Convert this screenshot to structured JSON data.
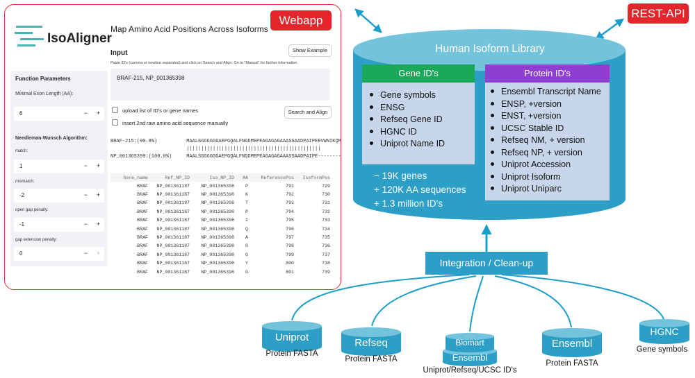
{
  "webapp_tag": "Webapp",
  "rest_tag": "REST-API",
  "app": {
    "logo": "IsoAligner",
    "title": "Map Amino Acid Positions Across Isoforms",
    "input_heading": "Input",
    "show_example": "Show Example",
    "instructions": "Paste ID's (comma or newline separated) and click on Search and Align. Go to \"Manual\" for further information.",
    "input_value": "BRAF-215, NP_001365398",
    "upload_label": "upload list of ID's or gene names",
    "insert_label": "insert 2nd raw amino acid sequence manually",
    "search_button": "Search and Align",
    "sidebar": {
      "heading": "Function Parameters",
      "min_exon_label": "Minimal Exon Length (AA):",
      "min_exon_value": "6",
      "nw_heading": "Needleman-Wunsch Algorithm:",
      "match_label": "match:",
      "match_value": "1",
      "mismatch_label": "mismatch:",
      "mismatch_value": "-2",
      "gap_open_label": "open gap penalty:",
      "gap_open_value": "-1",
      "gap_ext_label": "gap extension penalty:",
      "gap_ext_value": "0",
      "minus": "−",
      "plus": "+"
    },
    "alignment": {
      "line1": "BRAF-215:(90.8%)          MAALSGGGGGGAEPGQALFNGDMEPEAGAGAGAAASSAADPAIPEEVWNIKQM",
      "line2": "                          ||||||||||||||||||||||||||||||||||||||||||||||",
      "line3": "NP_001365399:(100.0%)     MAALSGGGGGGAEPGQALFNGDMEPEAGAGAGAAASSAADPAIPE--------"
    },
    "table": {
      "headers": [
        "Gene_name",
        "Ref_NP_ID",
        "Iso_NP_ID",
        "AA",
        "ReferencePos",
        "IsoformPos"
      ],
      "rows": [
        [
          "BRAF",
          "NP_001361187",
          "NP_001365398",
          "P",
          "791",
          "729"
        ],
        [
          "BRAF",
          "NP_001361187",
          "NP_001365398",
          "K",
          "792",
          "730"
        ],
        [
          "BRAF",
          "NP_001361187",
          "NP_001365398",
          "T",
          "793",
          "731"
        ],
        [
          "BRAF",
          "NP_001361187",
          "NP_001365398",
          "P",
          "794",
          "732"
        ],
        [
          "BRAF",
          "NP_001361187",
          "NP_001365398",
          "I",
          "795",
          "733"
        ],
        [
          "BRAF",
          "NP_001361187",
          "NP_001365398",
          "Q",
          "796",
          "734"
        ],
        [
          "BRAF",
          "NP_001361187",
          "NP_001365398",
          "A",
          "797",
          "735"
        ],
        [
          "BRAF",
          "NP_001361187",
          "NP_001365398",
          "G",
          "798",
          "736"
        ],
        [
          "BRAF",
          "NP_001361187",
          "NP_001365398",
          "G",
          "799",
          "737"
        ],
        [
          "BRAF",
          "NP_001361187",
          "NP_001365398",
          "Y",
          "800",
          "738"
        ],
        [
          "BRAF",
          "NP_001361187",
          "NP_001365398",
          "G",
          "801",
          "739"
        ]
      ]
    }
  },
  "library": {
    "title": "Human Isoform Library",
    "gene_header": "Gene ID's",
    "gene_items": [
      "Gene symbols",
      "ENSG",
      "Refseq Gene ID",
      "HGNC ID",
      "Uniprot Name ID"
    ],
    "protein_header": "Protein ID's",
    "protein_items": [
      "Ensembl Transcript Name",
      "ENSP, +version",
      "ENST, +version",
      "UCSC Stable ID",
      "Refseq NM, + version",
      "Refseq NP, + version",
      "Uniprot Accession",
      "Uniprot Isoform",
      "Uniprot Uniparc"
    ],
    "stats": [
      "~ 19K genes",
      "+ 120K AA sequences",
      "+ 1.3 million ID's"
    ]
  },
  "integration": "Integration / Clean-up",
  "sources": {
    "uniprot": {
      "name": "Uniprot",
      "desc": "Protein  FASTA"
    },
    "refseq": {
      "name": "Refseq",
      "desc": "Protein  FASTA"
    },
    "biomart": {
      "name": "Biomart"
    },
    "ensembl_small": {
      "name": "Ensembl",
      "desc": "Uniprot/Refseq/UCSC ID's"
    },
    "ensembl": {
      "name": "Ensembl",
      "desc": "Protein  FASTA"
    },
    "hgnc": {
      "name": "HGNC",
      "desc": "Gene symbols"
    }
  },
  "colors": {
    "cyl_top": "#74c3dc",
    "cyl_body": "#2d9ec6",
    "gene_green": "#1aa85a",
    "protein_purple": "#8e3ed0",
    "list_bg": "#c8d6ec",
    "webapp_red": "#e2262b",
    "arrow": "#1a9ec9"
  }
}
